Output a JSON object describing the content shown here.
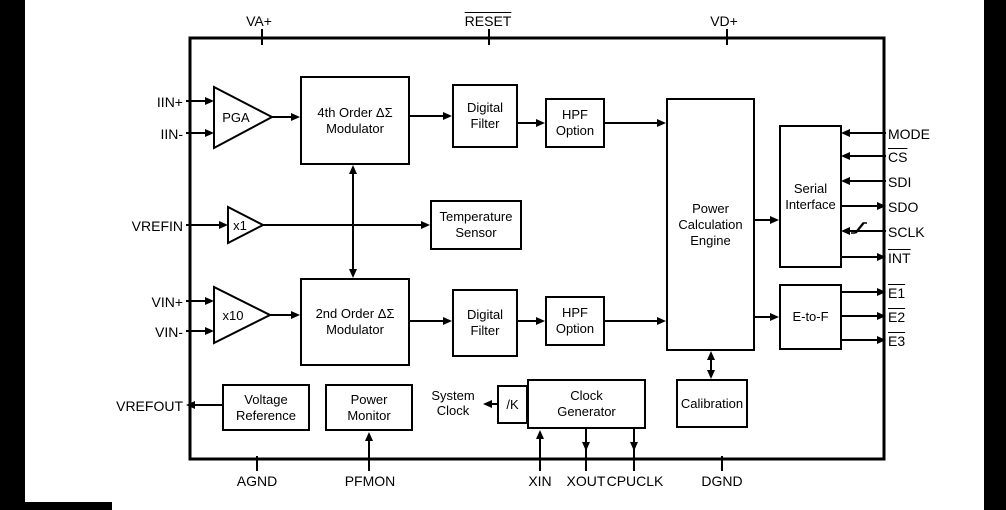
{
  "diagram": {
    "pins": {
      "top": {
        "va": "VA+",
        "reset": "RESET",
        "vd": "VD+"
      },
      "left": {
        "iin_p": "IIN+",
        "iin_n": "IIN-",
        "vrefin": "VREFIN",
        "vin_p": "VIN+",
        "vin_n": "VIN-",
        "vrefout": "VREFOUT"
      },
      "right": {
        "mode": "MODE",
        "cs": "CS",
        "sdi": "SDI",
        "sdo": "SDO",
        "sclk": "SCLK",
        "int": "INT",
        "e1": "E1",
        "e2": "E2",
        "e3": "E3"
      },
      "bottom": {
        "agnd": "AGND",
        "pfmon": "PFMON",
        "xin": "XIN",
        "xout": "XOUT",
        "cpuclk": "CPUCLK",
        "dgnd": "DGND"
      }
    },
    "blocks": {
      "pga": "PGA",
      "mod4": "4th Order ΔΣ\nModulator",
      "dfilter1": "Digital\nFilter",
      "hpf1": "HPF\nOption",
      "x1": "x1",
      "tempsensor": "Temperature\nSensor",
      "x10": "x10",
      "mod2": "2nd Order ΔΣ\nModulator",
      "dfilter2": "Digital\nFilter",
      "hpf2": "HPF\nOption",
      "power_engine": "Power\nCalculation\nEngine",
      "serial": "Serial\nInterface",
      "etof": "E-to-F",
      "vref": "Voltage\nReference",
      "pmon": "Power\nMonitor",
      "sysclock": "System\nClock",
      "divider": "/K",
      "clockgen": "Clock\nGenerator",
      "calibration": "Calibration"
    },
    "colors": {
      "line": "#000000",
      "bg": "#ffffff",
      "page_edge": "#000000"
    }
  }
}
